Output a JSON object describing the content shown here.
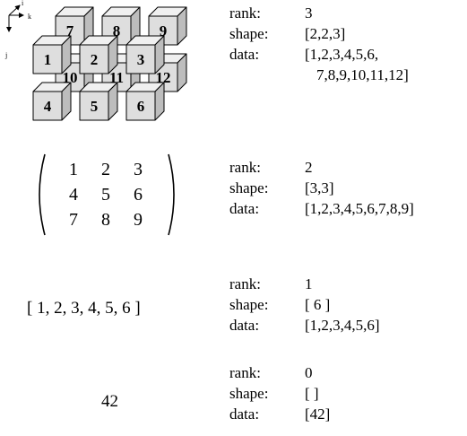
{
  "axes": {
    "i": "i",
    "j": "j",
    "k": "k"
  },
  "cube": {
    "back_layer": [
      "7",
      "8",
      "9",
      "10",
      "11",
      "12"
    ],
    "front_layer": [
      "1",
      "2",
      "3",
      "4",
      "5",
      "6"
    ]
  },
  "matrix": {
    "rows": [
      [
        "1",
        "2",
        "3"
      ],
      [
        "4",
        "5",
        "6"
      ],
      [
        "7",
        "8",
        "9"
      ]
    ]
  },
  "vector": {
    "text": "[ 1, 2, 3, 4, 5, 6 ]"
  },
  "scalar": {
    "text": "42"
  },
  "labels": {
    "rank": "rank:",
    "shape": "shape:",
    "data": "data:"
  },
  "tensors": [
    {
      "rank": "3",
      "shape": "[2,2,3]",
      "data_line1": "[1,2,3,4,5,6,",
      "data_line2": "7,8,9,10,11,12]"
    },
    {
      "rank": "2",
      "shape": "[3,3]",
      "data_line1": "[1,2,3,4,5,6,7,8,9]"
    },
    {
      "rank": "1",
      "shape": "[ 6 ]",
      "data_line1": "[1,2,3,4,5,6]"
    },
    {
      "rank": "0",
      "shape": "[ ]",
      "data_line1": "[42]"
    }
  ]
}
